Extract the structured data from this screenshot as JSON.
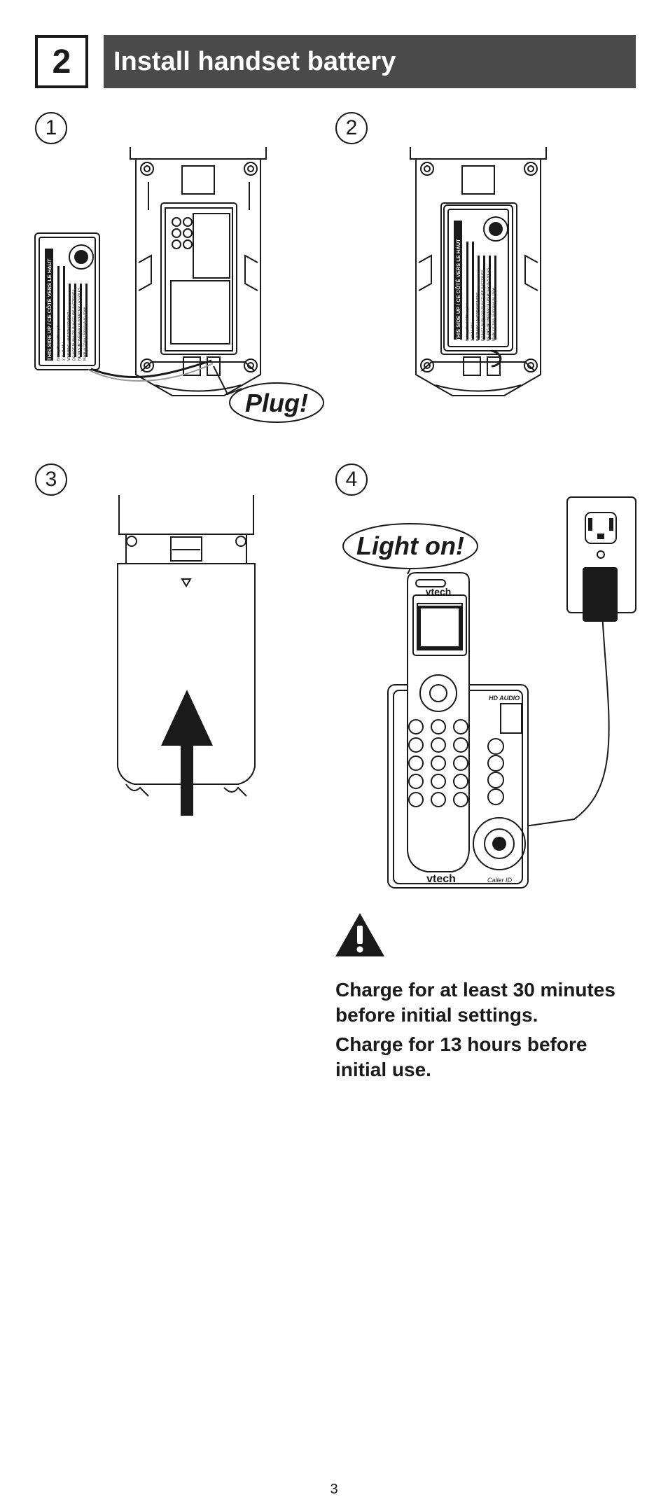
{
  "header": {
    "step_number": "2",
    "title": "Install handset battery"
  },
  "steps": [
    {
      "number": "1",
      "callout": "Plug!"
    },
    {
      "number": "2"
    },
    {
      "number": "3"
    },
    {
      "number": "4",
      "callout": "Light on!"
    }
  ],
  "battery_label": {
    "orientation": "THIS SIDE UP / CE CÔTÉ VERS LE HAUT",
    "lines": [
      "Battery Pack / Bloc-piles :",
      "2.4V Ni-MH",
      "WARNING / AVERTISSEMENT :",
      "DO NOT BURN OR PUNCTURE BATTERIES.",
      "NE PAS INCINÉRER OU PERCER LES PILES.",
      "Made in China / Fabriqué en chine"
    ]
  },
  "phone": {
    "brand": "vtech",
    "hd_audio": "HD AUDIO",
    "base_caption": "Caller ID"
  },
  "notes": [
    "Charge for at least 30 minutes before initial settings.",
    "Charge for 13 hours before initial use."
  ],
  "page_number": "3"
}
